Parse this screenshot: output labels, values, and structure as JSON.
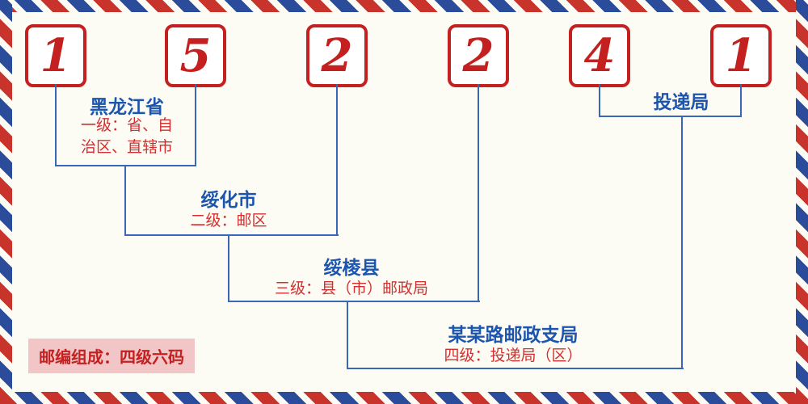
{
  "postal": {
    "digits": [
      "1",
      "5",
      "2",
      "2",
      "4",
      "1"
    ]
  },
  "levels": [
    {
      "name": "黑龙江省",
      "desc": "一级：省、自治区、直辖市"
    },
    {
      "name": "绥化市",
      "desc": "二级：邮区"
    },
    {
      "name": "绥棱县",
      "desc": "三级：县（市）邮政局"
    },
    {
      "name": "某某路邮政支局",
      "desc": "四级：投递局（区）"
    }
  ],
  "delivery_office_label": "投递局",
  "footer_badge": "邮编组成：四级六码",
  "colors": {
    "digit_red": "#c42020",
    "place_blue": "#1b55ae",
    "desc_red": "#d23030",
    "line_blue": "#3a66b8",
    "badge_bg": "#f2c6c6",
    "background": "#fdfcf4",
    "stripe_red": "#c8342c",
    "stripe_blue": "#2b4c9b"
  }
}
